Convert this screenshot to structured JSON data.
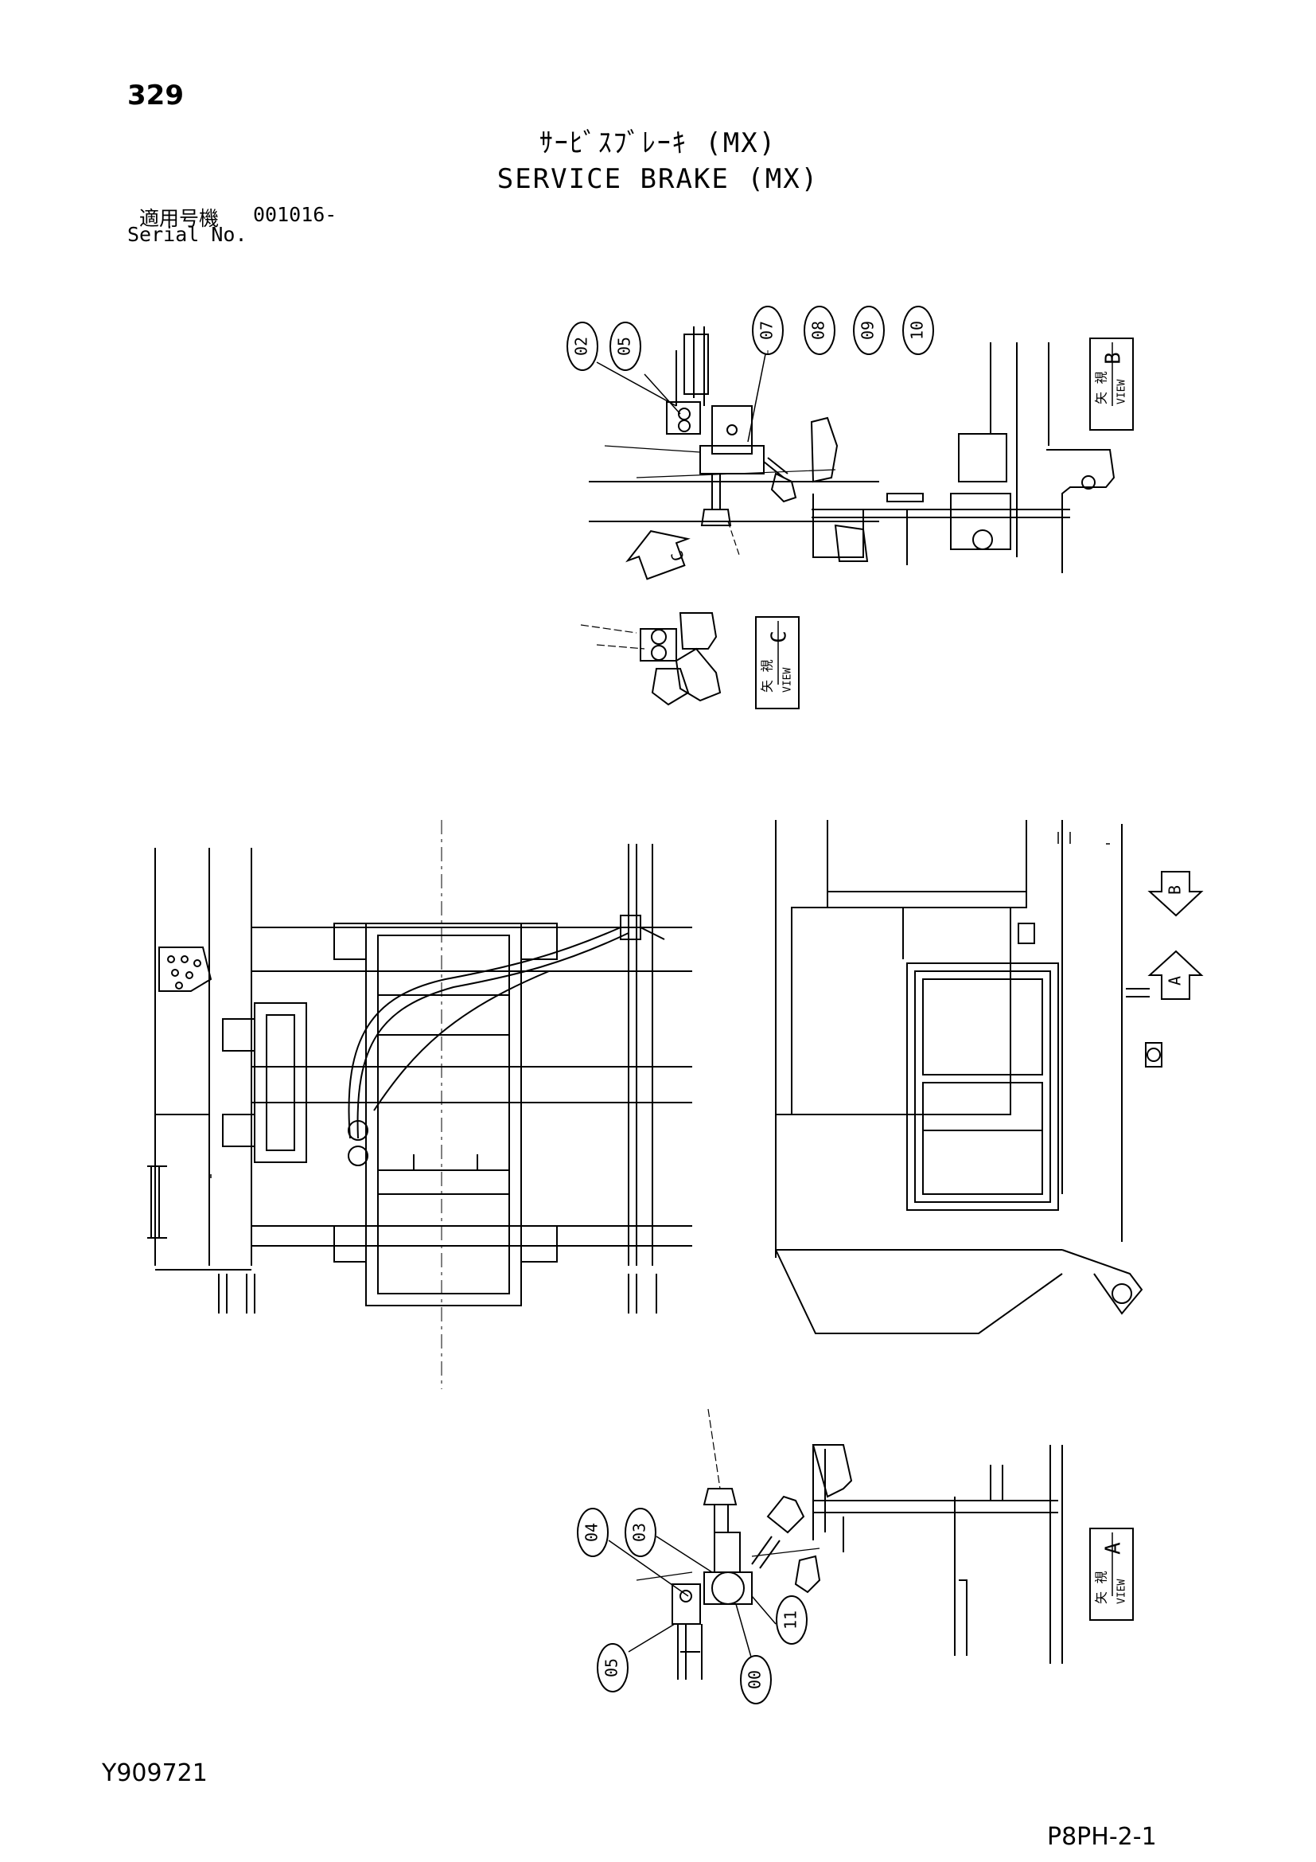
{
  "header": {
    "page_number": "329",
    "title_jp": "ｻｰﾋﾞｽﾌﾞﾚｰｷ (MX)",
    "title_en": "SERVICE BRAKE (MX)",
    "serial_label_jp": "適用号機",
    "serial_value": "001016-",
    "serial_label_en": "Serial No."
  },
  "views": {
    "b": {
      "kanji": "矢 視",
      "word": "VIEW",
      "letter": "B"
    },
    "c": {
      "kanji": "矢 視",
      "word": "VIEW",
      "letter": "C"
    },
    "a": {
      "kanji": "矢 視",
      "word": "VIEW",
      "letter": "A"
    }
  },
  "arrows": {
    "c": "C",
    "b": "B",
    "a": "A"
  },
  "callouts_top": [
    "02",
    "05",
    "07",
    "08",
    "09",
    "10"
  ],
  "callouts_bottom": [
    "04",
    "03",
    "05",
    "00",
    "11"
  ],
  "footer": {
    "doc_code": "Y909721",
    "ref_code": "P8PH-2-1"
  }
}
